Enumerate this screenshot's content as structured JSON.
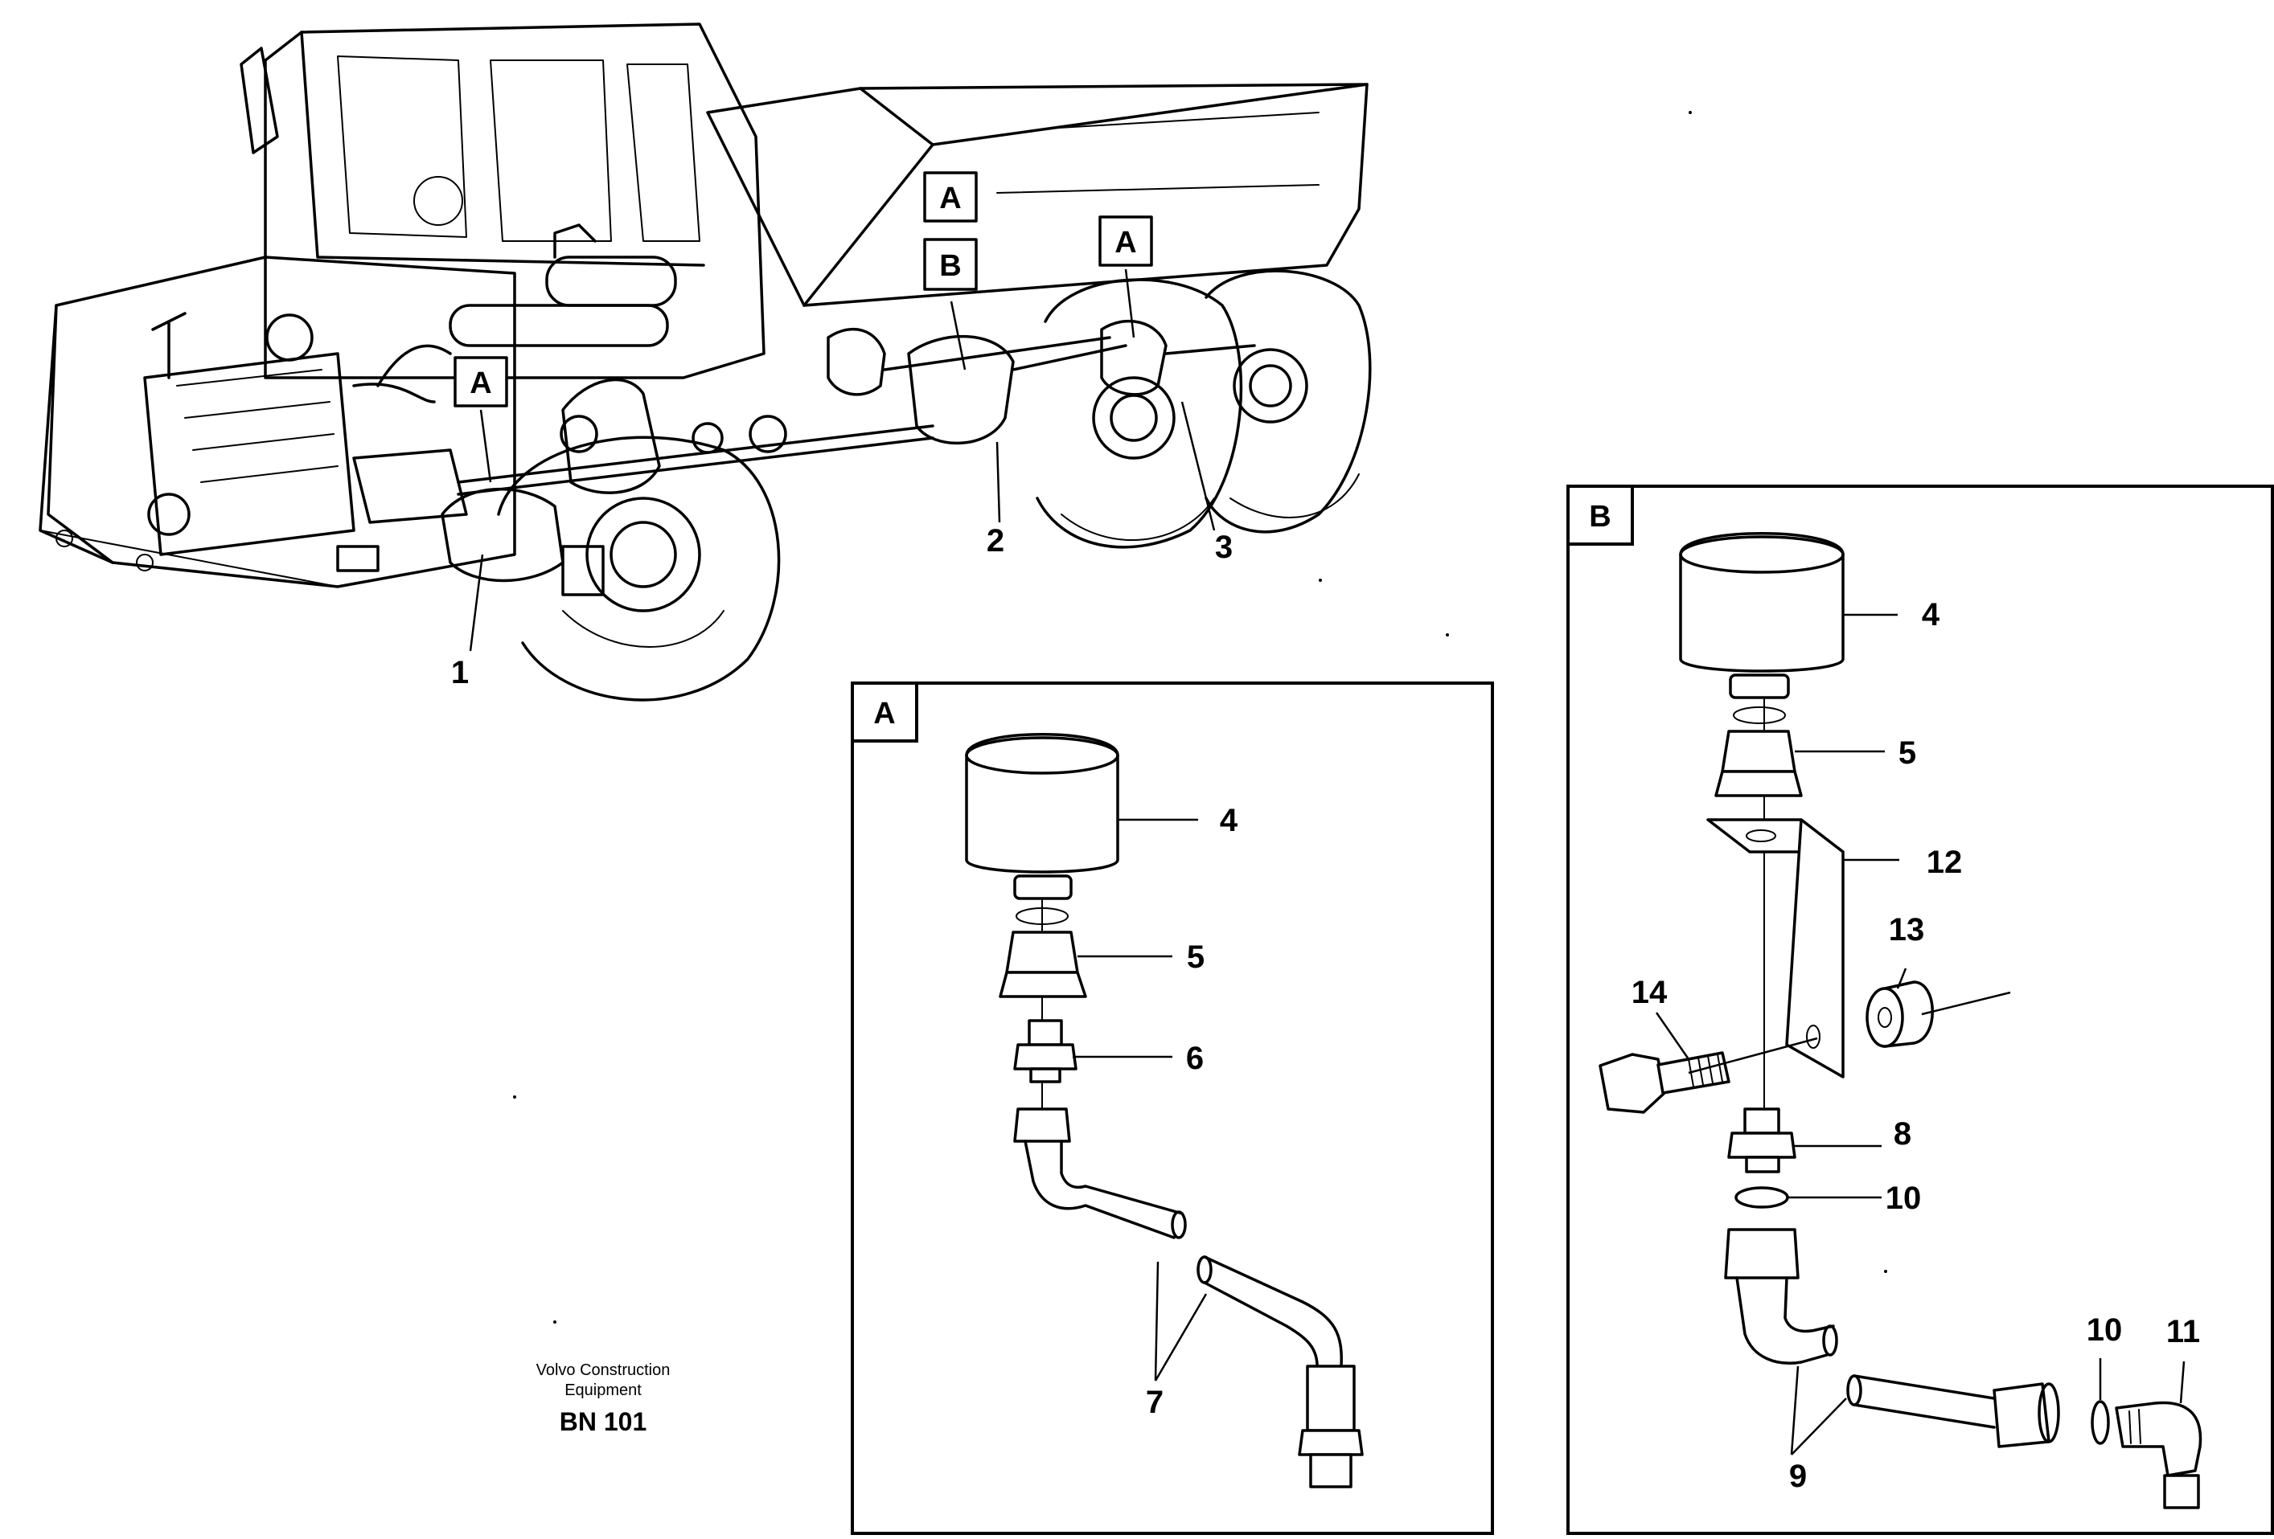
{
  "labels": {
    "main": {
      "c1": "1",
      "c2": "2",
      "c3": "3"
    },
    "tags": {
      "a1": "A",
      "a2": "A",
      "a3": "A",
      "b": "B"
    },
    "detail_a": {
      "title": "A",
      "c4": "4",
      "c5": "5",
      "c6": "6",
      "c7": "7"
    },
    "detail_b": {
      "title": "B",
      "c4": "4",
      "c5": "5",
      "c8": "8",
      "c9": "9",
      "c10a": "10",
      "c10b": "10",
      "c11": "11",
      "c12": "12",
      "c13": "13",
      "c14": "14"
    }
  },
  "footer": {
    "line1": "Volvo Construction",
    "line2": "Equipment",
    "code": "BN 101"
  }
}
